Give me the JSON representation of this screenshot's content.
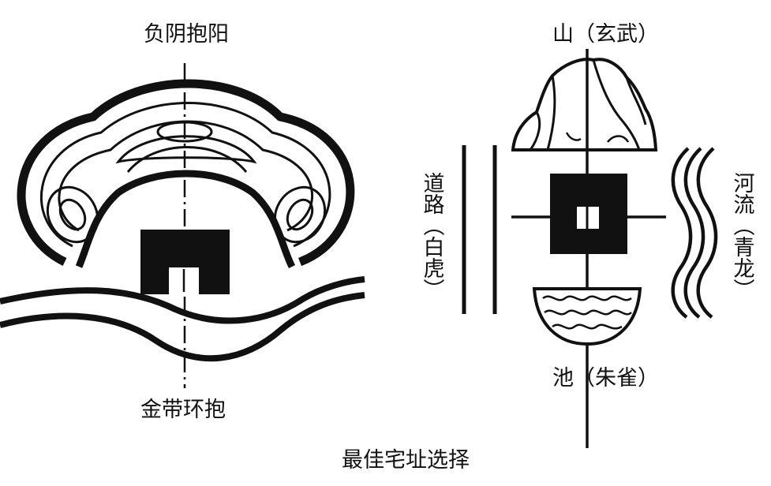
{
  "title": "最佳宅址选择",
  "left_panel": {
    "top_label": "负阴抱阳",
    "bottom_label": "金带环抱"
  },
  "right_panel": {
    "north_label": "山（玄武）",
    "south_label": "池（朱雀）",
    "west_label": "道路（白虎）",
    "east_label": "河流（青龙）"
  },
  "colors": {
    "ink": "#111111",
    "background": "#ffffff"
  }
}
